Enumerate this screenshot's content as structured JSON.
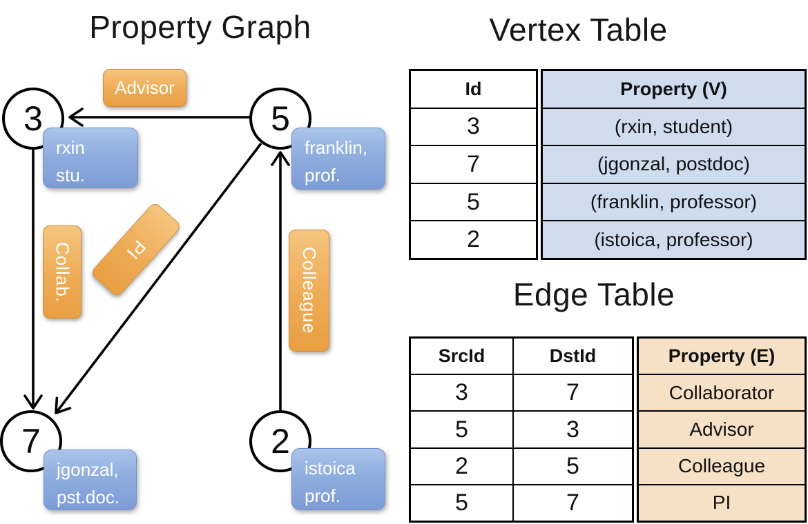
{
  "graph": {
    "title": "Property Graph",
    "nodes": [
      {
        "id": "3",
        "property_lines": [
          "rxin",
          "stu."
        ]
      },
      {
        "id": "5",
        "property_lines": [
          "franklin,",
          "prof."
        ]
      },
      {
        "id": "7",
        "property_lines": [
          "jgonzal,",
          "pst.doc."
        ]
      },
      {
        "id": "2",
        "property_lines": [
          "istoica",
          "prof."
        ]
      }
    ],
    "edge_labels": {
      "advisor": "Advisor",
      "collab": "Collab.",
      "pi": "PI",
      "colleague": "Colleague"
    }
  },
  "vertex_table": {
    "title": "Vertex Table",
    "id_header": "Id",
    "property_header": "Property (V)",
    "rows": [
      {
        "id": "3",
        "property": "(rxin, student)"
      },
      {
        "id": "7",
        "property": "(jgonzal, postdoc)"
      },
      {
        "id": "5",
        "property": "(franklin, professor)"
      },
      {
        "id": "2",
        "property": "(istoica, professor)"
      }
    ]
  },
  "edge_table": {
    "title": "Edge Table",
    "src_header": "SrcId",
    "dst_header": "DstId",
    "property_header": "Property (E)",
    "rows": [
      {
        "src": "3",
        "dst": "7",
        "property": "Collaborator"
      },
      {
        "src": "5",
        "dst": "3",
        "property": "Advisor"
      },
      {
        "src": "2",
        "dst": "5",
        "property": "Colleague"
      },
      {
        "src": "5",
        "dst": "7",
        "property": "PI"
      }
    ]
  },
  "colors": {
    "edge_label_orange_top": "#f5c57f",
    "edge_label_orange_bottom": "#e99f42",
    "vertex_box_blue_top": "#aac4ea",
    "vertex_box_blue_bottom": "#7d9cd6",
    "vertex_table_fill": "#cfdcee",
    "edge_table_fill": "#f7e1c6",
    "line_black": "#000000"
  }
}
